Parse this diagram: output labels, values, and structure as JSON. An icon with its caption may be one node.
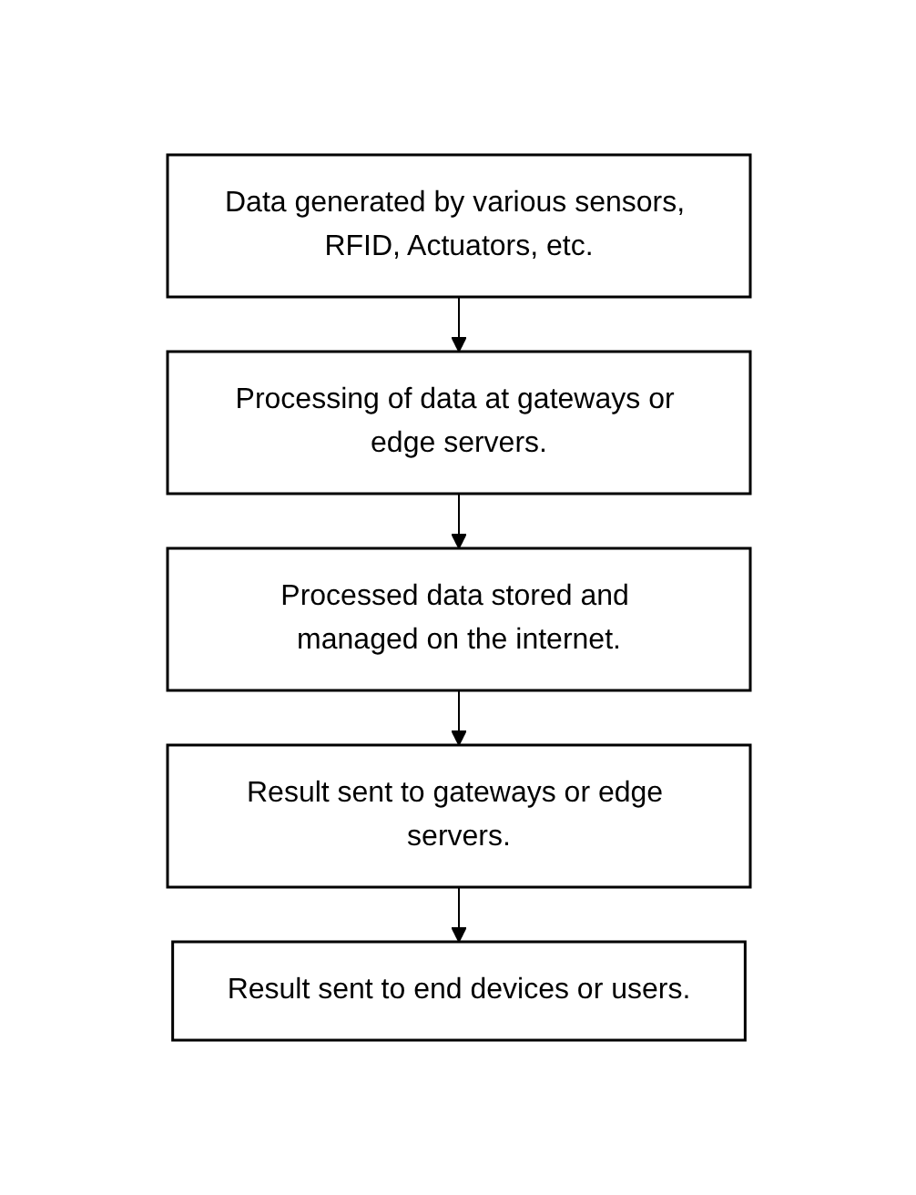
{
  "diagram": {
    "nodes": [
      {
        "text": [
          "Data generated by various sensors, RFID, Actuators, etc."
        ]
      },
      {
        "text": [
          "Processing of data at gateways or edge servers."
        ]
      },
      {
        "text": [
          "Processed data stored and managed on the internet."
        ]
      },
      {
        "text": [
          "Result sent to gateways or edge servers."
        ]
      },
      {
        "text": [
          "Result sent to end devices or users."
        ]
      }
    ],
    "edges": [
      {
        "from": 0,
        "to": 1,
        "arrow": "to"
      },
      {
        "from": 1,
        "to": 2,
        "arrow": "to"
      },
      {
        "from": 2,
        "to": 3,
        "arrow": "to"
      },
      {
        "from": 3,
        "to": 4,
        "arrow": "to"
      }
    ]
  }
}
